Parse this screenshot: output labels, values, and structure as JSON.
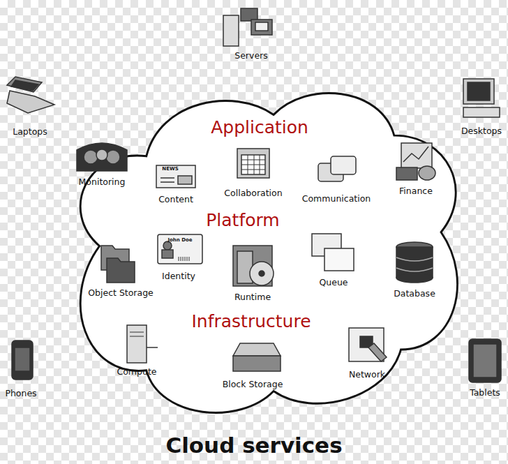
{
  "diagram": {
    "caption": "Cloud services",
    "nodes": [
      {
        "text": [
          "Application",
          "Platform",
          "Infrastructure"
        ]
      }
    ],
    "labels": [
      "Servers",
      "Laptops",
      "Desktops",
      "Monitoring",
      "NEWS",
      "Content",
      "Collaboration",
      "Communication",
      "Finance",
      "John Doe",
      "Object Storage",
      "Identity",
      "Runtime",
      "Queue",
      "Database",
      "Compute",
      "Block Storage",
      "Network",
      "Phones",
      "Tablets"
    ]
  }
}
